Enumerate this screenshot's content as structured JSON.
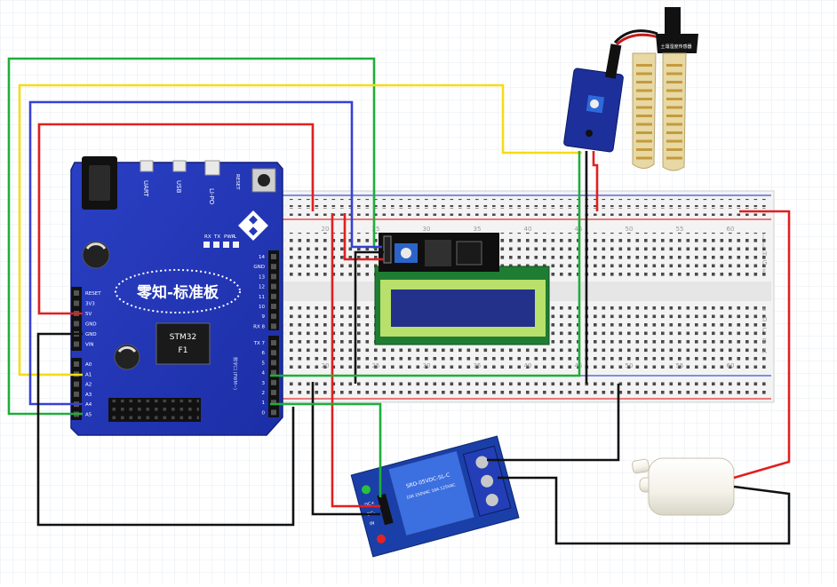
{
  "board": {
    "name": "零知-标准板",
    "chip_line1": "STM32",
    "chip_line2": "F1",
    "port_labels": [
      "UART",
      "USB",
      "LI-PO"
    ],
    "reset_label": "RESET",
    "led_labels": [
      "RX",
      "TX",
      "PWR",
      "L"
    ],
    "power_pins": [
      "RESET",
      "3V3",
      "5V",
      "GND",
      "GND",
      "VIN"
    ],
    "analog_pins": [
      "A0",
      "A1",
      "A2",
      "A3",
      "A4",
      "A5"
    ],
    "digital_pins_top": [
      "14",
      "GND",
      "13",
      "12",
      "11",
      "10",
      "9",
      "RX 8"
    ],
    "digital_pins_bottom": [
      "TX 7",
      "6",
      "5",
      "4",
      "3",
      "2",
      "1",
      "0"
    ],
    "side_caption": "数字口 (PWM~)"
  },
  "breadboard": {
    "column_numbers": [
      "20",
      "25",
      "30",
      "35",
      "40",
      "45",
      "50",
      "55",
      "60"
    ],
    "row_letters": [
      "J",
      "I",
      "H",
      "G",
      "F",
      "E",
      "D",
      "C",
      "B",
      "A"
    ]
  },
  "relay": {
    "label_line1": "SRD-05VDC-SL-C",
    "label_line2": "10A 250VAC 10A 125VAC",
    "pin_labels": [
      "DC+",
      "DC-",
      "IN"
    ]
  },
  "lcd": {
    "module": "I2C LCD1602"
  },
  "sensor": {
    "module": "soil moisture sensor",
    "probe_text": "土壤湿度传感器"
  },
  "wire_colors": {
    "red": "#e02020",
    "yellow": "#f5dc16",
    "blue": "#3740d4",
    "green": "#1fae3a",
    "black": "#111111"
  }
}
